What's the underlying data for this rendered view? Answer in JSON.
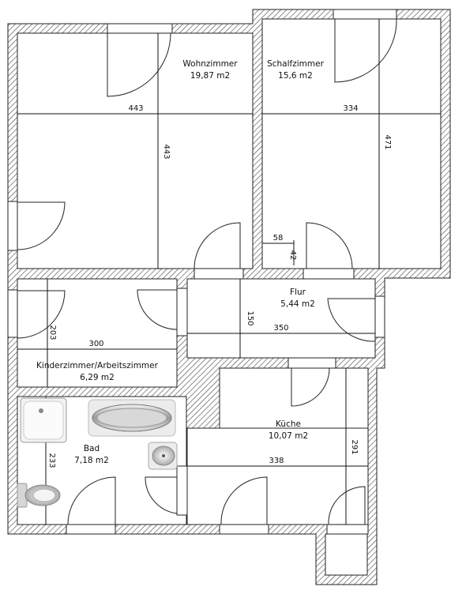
{
  "rooms": {
    "wohnzimmer": {
      "name": "Wohnzimmer",
      "area": "19,87 m2"
    },
    "schlafzimmer": {
      "name": "Schalfzimmer",
      "area": "15,6 m2"
    },
    "flur": {
      "name": "Flur",
      "area": "5,44 m2"
    },
    "kinderzimmer": {
      "name": "Kinderzimmer/Arbeitszimmer",
      "area": "6,29 m2"
    },
    "kueche": {
      "name": "Küche",
      "area": "10,07 m2"
    },
    "bad": {
      "name": "Bad",
      "area": "7,18 m2"
    }
  },
  "dimensions": {
    "wohn_width": "443",
    "wohn_height": "443",
    "schlaf_width": "334",
    "schlaf_height": "471",
    "small_58": "58",
    "small_42": "42",
    "flur_width": "350",
    "flur_height": "150",
    "kinder_width": "300",
    "kinder_height": "203",
    "kueche_width": "338",
    "kueche_height": "291",
    "bad_height": "233"
  }
}
